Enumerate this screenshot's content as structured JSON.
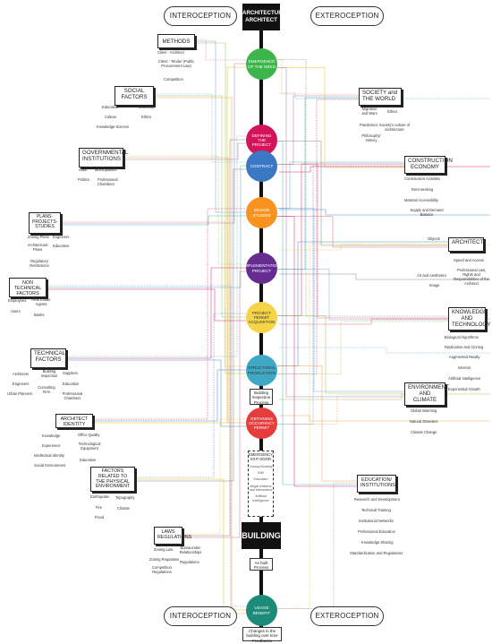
{
  "top_left_label": "INTEROCEPTION",
  "top_right_label": "EXTEROCEPTION",
  "bottom_left_label": "INTEROCEPTION",
  "bottom_right_label": "EXTEROCEPTION",
  "top_box": "ARCHITECTURE ARCHITECT",
  "building_box": "BUILDING",
  "stages": [
    {
      "label": "EMERGENCE OF THE NEED",
      "color": "#3cb54a"
    },
    {
      "label": "DEFINING THE PROJECT",
      "color": "#d4145a"
    },
    {
      "label": "CONTRACT",
      "color": "#3b78c3"
    },
    {
      "label": "DESIGN STUDIES",
      "color": "#f7931e"
    },
    {
      "label": "IMPLEMENTATION PROJECT",
      "color": "#662d91"
    },
    {
      "label": "PROJECT PERMIT ACQUISITION",
      "color": "#f5d547"
    },
    {
      "label": "STRUCTURAL PRODUCTION",
      "color": "#3fa9c5"
    },
    {
      "label": "OBTAINING OCCUPANCY PERMIT",
      "color": "#e63c3c"
    },
    {
      "label": "USAGE BENEFIT",
      "color": "#1e8a78"
    }
  ],
  "small_boxes": {
    "inspection": "Building Inspection Process",
    "asbuilt": "As built Process",
    "changes": "Changes in the building over time Feedbacks"
  },
  "emergency": {
    "title": "EMERGENCY EXIT DOOR",
    "items": [
      "Zoning Amnesty",
      "BIM",
      "Education",
      "Illegal relations and interactions",
      "Artificial Intelligence"
    ]
  },
  "left_categories": [
    {
      "title": "METHODS",
      "items": [
        "Client - Architect",
        "Client - Tender (Public Procurement Law)",
        "Competition"
      ]
    },
    {
      "title": "SOCIAL FACTORS",
      "items": [
        "Education",
        "Economy",
        "Culture",
        "Ethics",
        "Knowledge-Science"
      ]
    },
    {
      "title": "GOVERNMENTAL INSTITUTIONS",
      "items": [
        "State",
        "Municipalities",
        "Politics",
        "Professional Chambers"
      ]
    },
    {
      "title": "PLANS-PROJECTS-STUDIES",
      "items": [
        "Zoning Plans",
        "Engineers",
        "Architectural Plans",
        "Education",
        "Regulatory Restrictions"
      ]
    },
    {
      "title": "NON TECHNICAL FACTORS",
      "items": [
        "Employees",
        "Real Estate Agents",
        "Users",
        "Banks"
      ]
    },
    {
      "title": "TECHNICAL FACTORS",
      "items": [
        "Architects",
        "Building Inspection",
        "Suppliers",
        "Engineers",
        "Education",
        "Consulting Firm",
        "Urban Planners",
        "Professional Chambers"
      ]
    },
    {
      "title": "ARCHITECT IDENTITY",
      "items": [
        "Knowledge",
        "Office Quality",
        "Experience",
        "Technological Equipment",
        "Intellectual Identity",
        "Education",
        "Social Environment"
      ]
    },
    {
      "title": "FACTORS RELATED TO THE PHYSICAL ENVIRONMENT",
      "items": [
        "Earthquake",
        "Topography",
        "Fire",
        "Climate",
        "Flood"
      ]
    },
    {
      "title": "LAWS REGULATIONS",
      "items": [
        "Zoning Law",
        "Bureaucratic Relationships",
        "Zoning Regulation",
        "Regulations",
        "Competition Regulations"
      ]
    }
  ],
  "right_categories": [
    {
      "title": "SOCIETY and THE WORLD",
      "items": [
        "Migration and Wars",
        "Ethics",
        "Pandemics",
        "Society's culture of architecture",
        "Philosophy/ History"
      ]
    },
    {
      "title": "CONSTRUCTION ECONOMY",
      "items": [
        "Construction Activities",
        "Rent-seeking",
        "Material Accessibility",
        "Supply and Demand Balance"
      ]
    },
    {
      "title": "ARCHITECT",
      "items": [
        "Objects",
        "Speed and Access",
        "Art and Aesthetics",
        "Professional Law, Rights and Responsibilities of the Architect",
        "Image"
      ]
    },
    {
      "title": "KNOWLEDGE AND TECHNOLOGY",
      "items": [
        "Biological Algorithms",
        "Replication and Cloning",
        "Augmented Reality",
        "Internet",
        "Artificial Intelligence",
        "Exponential Growth"
      ]
    },
    {
      "title": "ENVIRONMENT AND CLIMATE",
      "items": [
        "Global Warming",
        "Natural Disasters",
        "Climate Change"
      ]
    },
    {
      "title": "EDUCATION/ INSTITUTIONS",
      "items": [
        "Research and Development",
        "Technical Training",
        "Institutional Networks",
        "Professional Education",
        "Knowledge Sharing",
        "Standardization and Regulations"
      ]
    }
  ],
  "wire_colors": [
    "#e06070",
    "#6aa0d8",
    "#8cc63f",
    "#f29a3a",
    "#9a6fc0",
    "#40b0a8",
    "#d4145a",
    "#3b78c3",
    "#e6b800",
    "#7a7a7a"
  ]
}
